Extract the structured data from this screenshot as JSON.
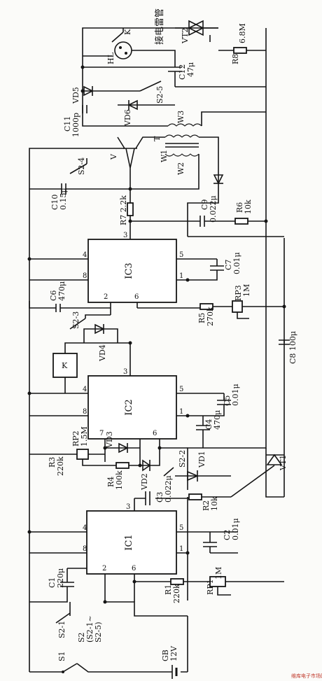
{
  "ics": [
    {
      "id": "ic1",
      "name": "IC1",
      "pins": [
        "4",
        "8",
        "2",
        "6",
        "3",
        "5",
        "1"
      ]
    },
    {
      "id": "ic2",
      "name": "IC2",
      "pins": [
        "4",
        "8",
        "7",
        "6",
        "3",
        "5",
        "1"
      ]
    },
    {
      "id": "ic3",
      "name": "IC3",
      "pins": [
        "4",
        "8",
        "2",
        "6",
        "3",
        "5",
        "1"
      ]
    }
  ],
  "labels": [
    {
      "id": "gb",
      "text": "GB"
    },
    {
      "id": "gbv",
      "text": "12V"
    },
    {
      "id": "s1",
      "text": "S1"
    },
    {
      "id": "s2",
      "text": "S2"
    },
    {
      "id": "s2r",
      "text": "(S2-1~"
    },
    {
      "id": "s2r2",
      "text": "S2-5)"
    },
    {
      "id": "s21",
      "text": "S2-1"
    },
    {
      "id": "s22",
      "text": "S2-2"
    },
    {
      "id": "s23",
      "text": "S2-3"
    },
    {
      "id": "s24",
      "text": "S2-4"
    },
    {
      "id": "s25",
      "text": "S2-5"
    },
    {
      "id": "c1",
      "text": "C1"
    },
    {
      "id": "c1v",
      "text": "220μ"
    },
    {
      "id": "r1",
      "text": "R1"
    },
    {
      "id": "r1v",
      "text": "220k"
    },
    {
      "id": "rp1",
      "text": "RP1"
    },
    {
      "id": "rp1v",
      "text": "1M"
    },
    {
      "id": "c2",
      "text": "C2"
    },
    {
      "id": "c2v",
      "text": "0.01μ"
    },
    {
      "id": "r2",
      "text": "R2"
    },
    {
      "id": "r2v",
      "text": "10k"
    },
    {
      "id": "c3",
      "text": "C3"
    },
    {
      "id": "c3v",
      "text": "0.022μ"
    },
    {
      "id": "vd1",
      "text": "VD1"
    },
    {
      "id": "vd2",
      "text": "VD2"
    },
    {
      "id": "vd3",
      "text": "VD3"
    },
    {
      "id": "vd4",
      "text": "VD4"
    },
    {
      "id": "vd5",
      "text": "VD5"
    },
    {
      "id": "vd6",
      "text": "VD6"
    },
    {
      "id": "vt1",
      "text": "VT1"
    },
    {
      "id": "vt2",
      "text": "VT2"
    },
    {
      "id": "r3",
      "text": "R3"
    },
    {
      "id": "r3v",
      "text": "220k"
    },
    {
      "id": "rp2",
      "text": "RP2"
    },
    {
      "id": "rp2v",
      "text": "1.5M"
    },
    {
      "id": "r4",
      "text": "R4"
    },
    {
      "id": "r4v",
      "text": "100k"
    },
    {
      "id": "c4",
      "text": "C4"
    },
    {
      "id": "c4v",
      "text": "470μ"
    },
    {
      "id": "c5",
      "text": "C5"
    },
    {
      "id": "c5v",
      "text": "0.01μ"
    },
    {
      "id": "k",
      "text": "K"
    },
    {
      "id": "c8",
      "text": "C8 100μ"
    },
    {
      "id": "c6",
      "text": "C6"
    },
    {
      "id": "c6v",
      "text": "470μ"
    },
    {
      "id": "r5",
      "text": "R5"
    },
    {
      "id": "r5v",
      "text": "270k"
    },
    {
      "id": "rp3",
      "text": "RP3"
    },
    {
      "id": "rp3v",
      "text": "1M"
    },
    {
      "id": "c7",
      "text": "C7"
    },
    {
      "id": "c7v",
      "text": "0.01μ"
    },
    {
      "id": "c10",
      "text": "C10"
    },
    {
      "id": "c10v",
      "text": "0.15μ"
    },
    {
      "id": "r7",
      "text": "R7 2.2k"
    },
    {
      "id": "c9",
      "text": "C9"
    },
    {
      "id": "c9v",
      "text": "0.022μ"
    },
    {
      "id": "r6",
      "text": "R6"
    },
    {
      "id": "r6v",
      "text": "10k"
    },
    {
      "id": "v",
      "text": "V"
    },
    {
      "id": "t",
      "text": "T"
    },
    {
      "id": "w1",
      "text": "W1"
    },
    {
      "id": "w2",
      "text": "W2"
    },
    {
      "id": "w3",
      "text": "W3"
    },
    {
      "id": "c11",
      "text": "C11"
    },
    {
      "id": "c11v",
      "text": "1000p"
    },
    {
      "id": "c12",
      "text": "C12"
    },
    {
      "id": "c12v",
      "text": "47μ"
    },
    {
      "id": "hl",
      "text": "HL"
    },
    {
      "id": "kk",
      "text": "K"
    },
    {
      "id": "r8",
      "text": "R8"
    },
    {
      "id": "r8v",
      "text": "6.8M"
    },
    {
      "id": "jdlg",
      "text": "接电雷管"
    },
    {
      "id": "wm",
      "text": "维库电子市场网"
    }
  ]
}
